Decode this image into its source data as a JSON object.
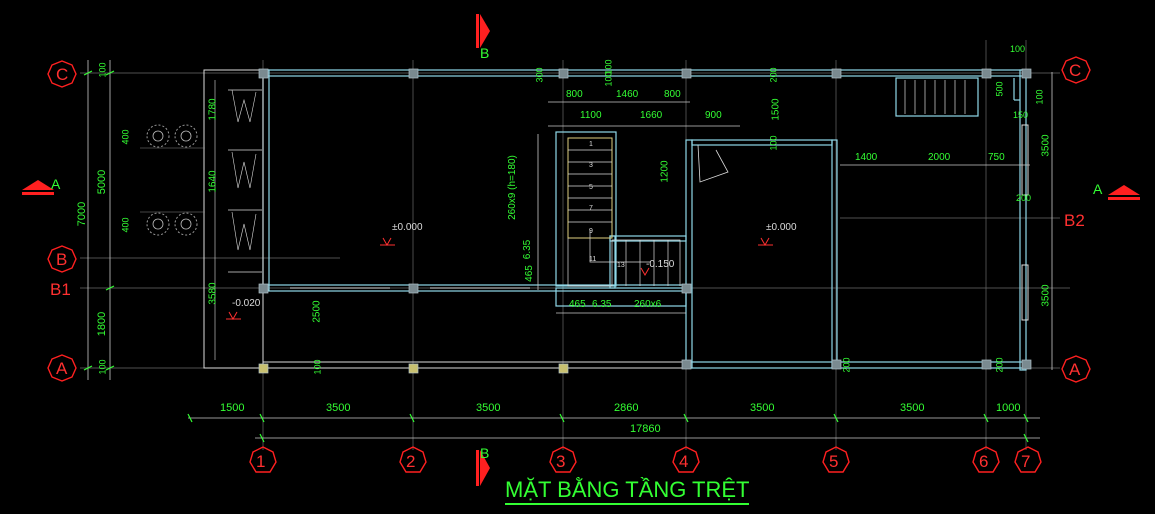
{
  "title": "MẶT BẰNG TẦNG TRỆT",
  "grid_cols": [
    "1",
    "2",
    "3",
    "4",
    "5",
    "6",
    "7"
  ],
  "grid_rows": [
    "C",
    "B",
    "B1",
    "A"
  ],
  "grid_rows_right": [
    "C",
    "B2",
    "A"
  ],
  "section_marks": {
    "a_left": "A",
    "a_right": "A",
    "b_top": "B",
    "b_bottom": "B"
  },
  "dims_bottom": [
    "1500",
    "3500",
    "3500",
    "2860",
    "3500",
    "3500",
    "1000"
  ],
  "dim_total": "17860",
  "dims_left": {
    "total": "7000",
    "span_cb": "5000",
    "span_b1a": "1800",
    "wall_a": "100",
    "wall_c": "100"
  },
  "dims_porch": {
    "d1780": "1780",
    "d1640": "1640",
    "d3580": "3580",
    "d400a": "400",
    "d400b": "400"
  },
  "dims_center": {
    "d800a": "800",
    "d1460": "1460",
    "d800b": "800",
    "d1100": "1100",
    "d1660": "1660",
    "d900": "900",
    "d1200": "1200",
    "d1500": "1500",
    "d300": "300",
    "d100": "100",
    "d100b": "100",
    "d200": "200",
    "d2500": "2500",
    "d100c": "100"
  },
  "dims_stair": {
    "run": "260x9 (h=180)",
    "d635a": "6.35",
    "d465a": "465",
    "d465b": "465",
    "d635b": "6.35",
    "d260x6": "260x6"
  },
  "dims_right": {
    "d1400": "1400",
    "d2000": "2000",
    "d750": "750",
    "d3500a": "3500",
    "d3500b": "3500",
    "d500": "500",
    "d100": "100",
    "d150": "150",
    "d200": "200",
    "d100top": "100",
    "d100b": "100",
    "d200b": "200",
    "d200c": "200"
  },
  "levels": {
    "main_left": "±0.000",
    "main_right": "±0.000",
    "porch": "-0.020",
    "stair": "-0.150"
  },
  "stair_steps": [
    "1",
    "3",
    "5",
    "7",
    "9",
    "11",
    "13"
  ]
}
